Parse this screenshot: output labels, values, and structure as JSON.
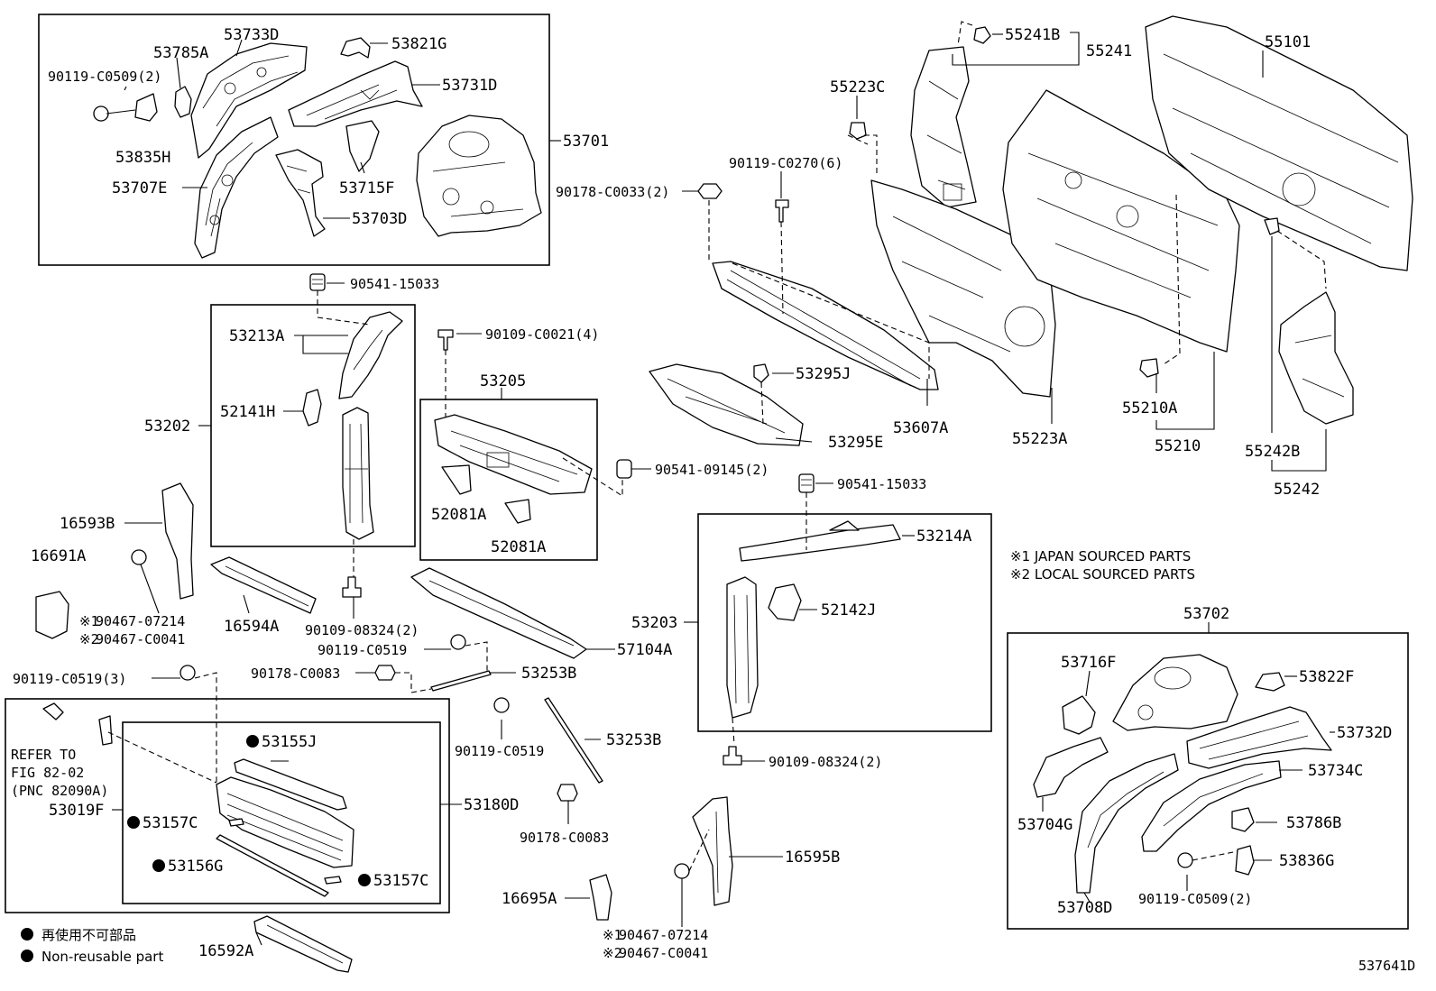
{
  "parts": {
    "p53701": "53701",
    "p53733D": "53733D",
    "p53785A": "53785A",
    "p53821G": "53821G",
    "p53731D": "53731D",
    "p90119C0509_2a": "90119-C0509(2)",
    "p53835H": "53835H",
    "p53707E": "53707E",
    "p53715F": "53715F",
    "p53703D": "53703D",
    "p55241B": "55241B",
    "p55241": "55241",
    "p55101": "55101",
    "p55223C": "55223C",
    "p90119C0270": "90119-C0270(6)",
    "p90178C0033": "90178-C0033(2)",
    "p90541_15033a": "90541-15033",
    "p53213A": "53213A",
    "p52141H": "52141H",
    "p53202": "53202",
    "p90109C0021": "90109-C0021(4)",
    "p53205": "53205",
    "p53295J": "53295J",
    "p53295E": "53295E",
    "p53607A": "53607A",
    "p55223A": "55223A",
    "p55210A": "55210A",
    "p55210": "55210",
    "p55242B": "55242B",
    "p55242": "55242",
    "p90541_09145": "90541-09145(2)",
    "p52081A_1": "52081A",
    "p52081A_2": "52081A",
    "p90541_15033b": "90541-15033",
    "p53214A": "53214A",
    "p16593B": "16593B",
    "p16691A": "16691A",
    "p16594A": "16594A",
    "p90109_08324a": "90109-08324(2)",
    "p90467_07214a": "90467-07214",
    "p90467_C0041a": "90467-C0041",
    "p52142J": "52142J",
    "p53203": "53203",
    "p57104A": "57104A",
    "p90119C0519a": "90119-C0519",
    "p90178C0083a": "90178-C0083",
    "p53253B_1": "53253B",
    "p90119C0519_3": "90119-C0519(3)",
    "p53155J": "53155J",
    "p53157C_1": "53157C",
    "p53156G": "53156G",
    "p53157C_2": "53157C",
    "p53019F": "53019F",
    "p53180D": "53180D",
    "p90119C0519b": "90119-C0519",
    "p53253B_2": "53253B",
    "p90178C0083b": "90178-C0083",
    "p90109_08324b": "90109-08324(2)",
    "p16595B": "16595B",
    "p16695A": "16695A",
    "p90467_07214b": "90467-07214",
    "p90467_C0041b": "90467-C0041",
    "p16592A": "16592A",
    "p53702": "53702",
    "p53716F": "53716F",
    "p53822F": "53822F",
    "p53732D": "53732D",
    "p53734C": "53734C",
    "p53704G": "53704G",
    "p53786B": "53786B",
    "p53836G": "53836G",
    "p53708D": "53708D",
    "p90119C0509_2b": "90119-C0509(2)"
  },
  "notes": {
    "mark1": "※1",
    "mark2": "※2",
    "japan_sourced": "※1 JAPAN SOURCED PARTS",
    "local_sourced": "※2 LOCAL SOURCED PARTS",
    "refer1": "REFER TO",
    "refer2": "FIG 82-02",
    "refer3": "(PNC 82090A)",
    "legend_jp": "再使用不可部品",
    "legend_en": "Non-reusable part",
    "diagram_id": "537641D"
  }
}
